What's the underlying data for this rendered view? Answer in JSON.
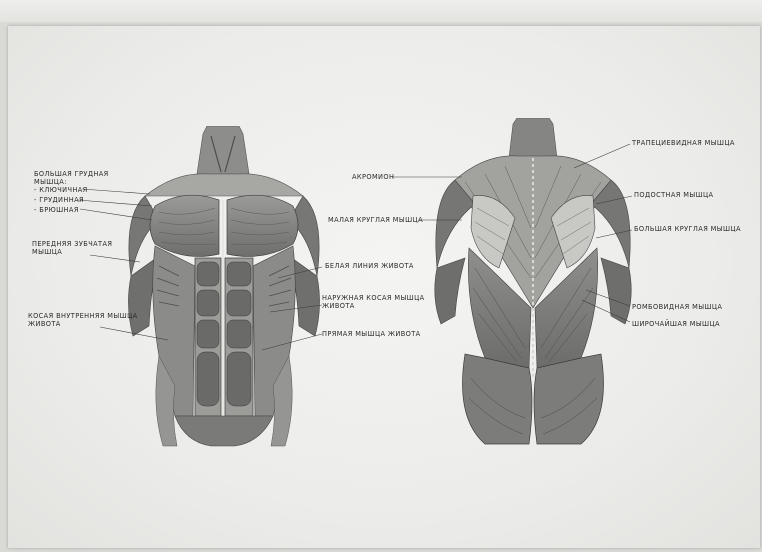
{
  "front_labels": {
    "pectoralis_major": "Большая грудная\nмышца:",
    "clavicular": "- ключичная",
    "sternocostal": "- грудинная",
    "abdominal": "- брюшная",
    "serratus_anterior": "Передняя зубчатая\nмышца",
    "internal_oblique": "Косая внутренняя мышца\nживота",
    "linea_alba": "Белая линия живота",
    "external_oblique": "Наружная косая мышца\nживота",
    "rectus_abdominis": "Прямая мышца живота"
  },
  "back_labels": {
    "acromion": "Акромион",
    "teres_minor": "Малая круглая мышца",
    "trapezius": "Трапециевидная мышца",
    "infraspinatus": "Подостная мышца",
    "teres_major": "Большая круглая мышца",
    "rhomboid": "Ромбовидная мышца",
    "latissimus_dorsi": "Широчайшая мышца"
  }
}
